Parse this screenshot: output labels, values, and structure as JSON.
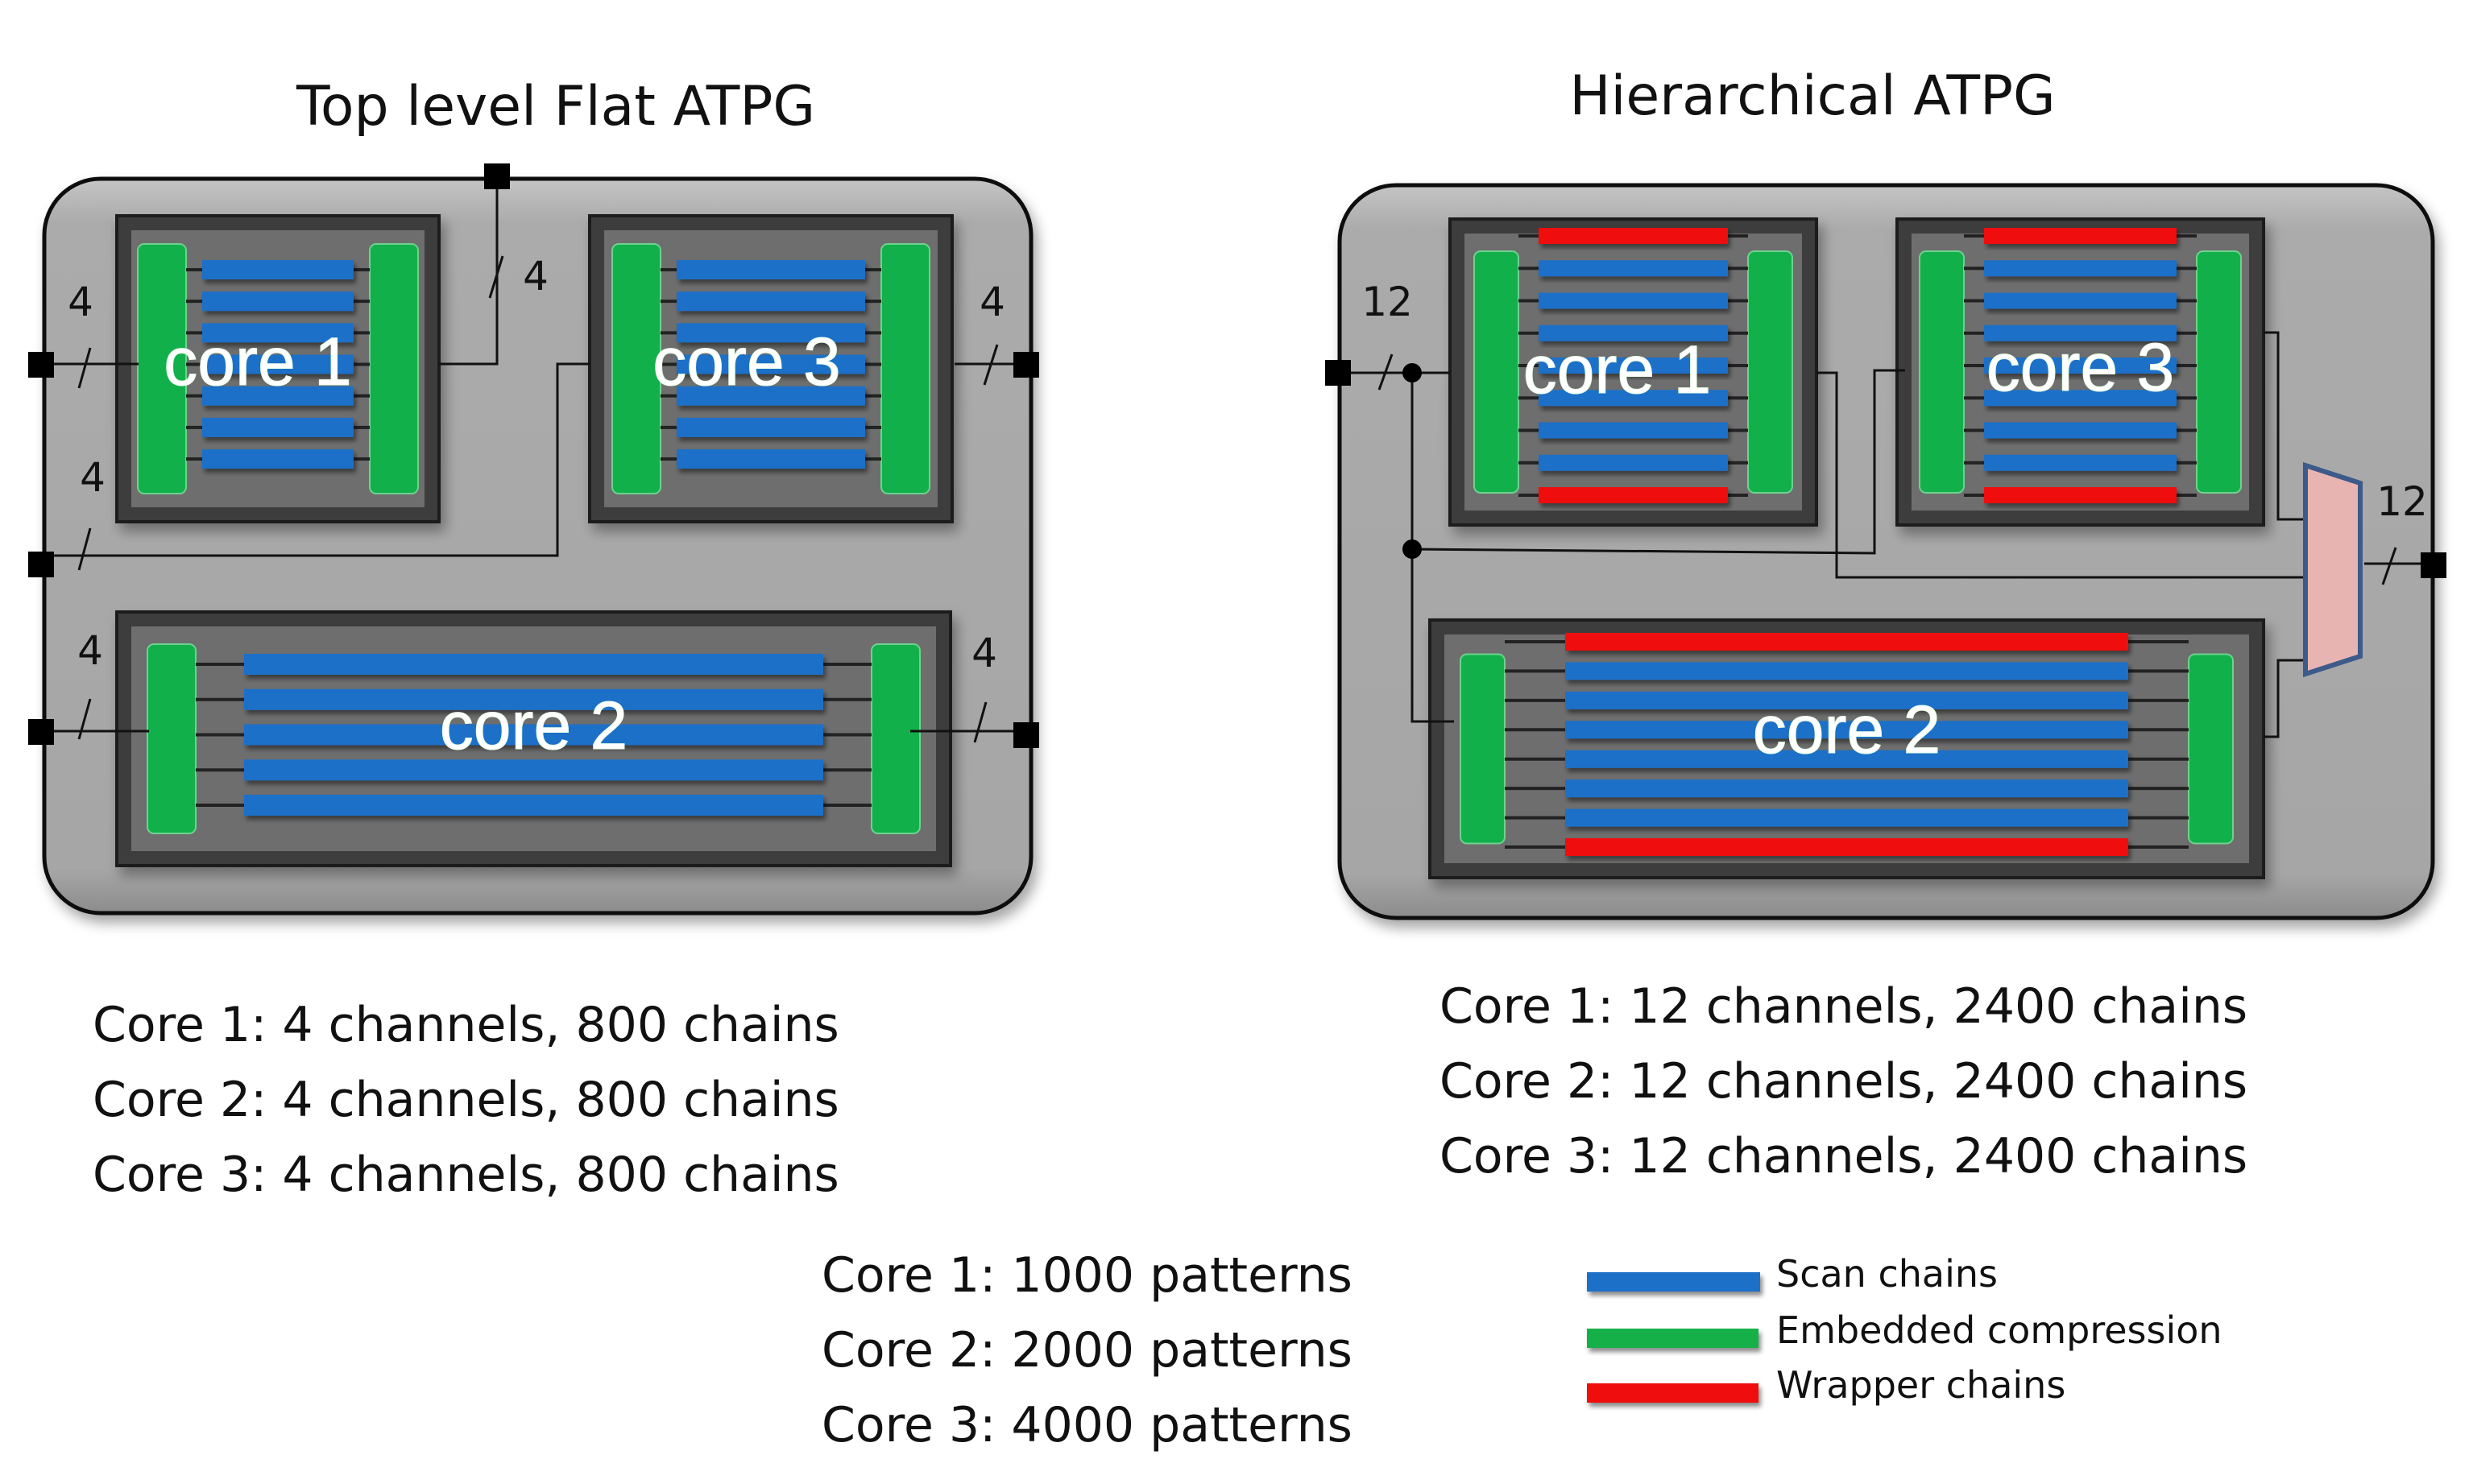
{
  "colors": {
    "scan_chain": "#1f6fc8",
    "compression": "#12b04a",
    "wrapper_chain": "#f00d0d",
    "chip_fill": "#a9a9a9",
    "core_fill": "#6e6e6e",
    "mux_fill": "#e8b4b2",
    "mux_stroke": "#3c5a8a"
  },
  "flat": {
    "title": "Top level Flat ATPG",
    "cores": [
      {
        "label": "core 1",
        "scan_chains": 7
      },
      {
        "label": "core 3",
        "scan_chains": 7
      },
      {
        "label": "core 2",
        "scan_chains": 5
      }
    ],
    "bus_labels": {
      "core1_in": "4",
      "core1_out": "4",
      "core3_in": "4",
      "core3_out": "4",
      "core2_in": "4",
      "core2_out": "4"
    },
    "stats": [
      "Core 1:  4 channels, 800 chains",
      "Core 2:  4 channels, 800 chains",
      "Core 3:  4 channels, 800 chains"
    ]
  },
  "hier": {
    "title": "Hierarchical ATPG",
    "cores": [
      {
        "label": "core 1",
        "scan_chains": 7,
        "wrapper_chains": 2
      },
      {
        "label": "core 3",
        "scan_chains": 7,
        "wrapper_chains": 2
      },
      {
        "label": "core 2",
        "scan_chains": 6,
        "wrapper_chains": 2
      }
    ],
    "bus_labels": {
      "input": "12",
      "output": "12"
    },
    "stats": [
      "Core 1:  12 channels, 2400 chains",
      "Core 2:  12 channels, 2400 chains",
      "Core 3:  12 channels, 2400 chains"
    ]
  },
  "patterns": [
    "Core 1:  1000 patterns",
    "Core 2:  2000 patterns",
    "Core 3:  4000 patterns"
  ],
  "legend": [
    {
      "label": "Scan chains",
      "color_key": "scan_chain"
    },
    {
      "label": "Embedded compression",
      "color_key": "compression"
    },
    {
      "label": "Wrapper chains",
      "color_key": "wrapper_chain"
    }
  ]
}
